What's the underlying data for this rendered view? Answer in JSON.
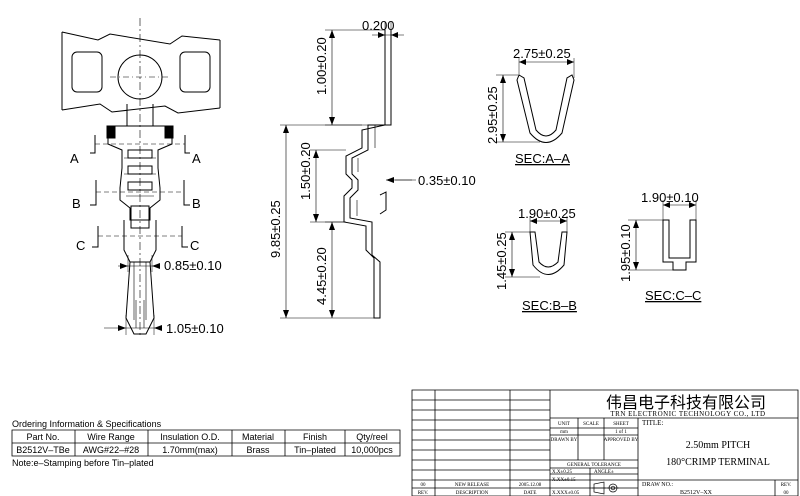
{
  "view_top": {
    "section_a": "A",
    "section_b": "B",
    "section_c": "C",
    "dim_width_crimp": "0.85±0.10",
    "dim_width_tip": "1.05±0.10"
  },
  "view_side": {
    "dim_thickness": "0.200",
    "dim_carrier": "1.00±0.20",
    "dim_insulation": "1.50±0.20",
    "dim_total": "9.85±0.25",
    "dim_contact": "4.45±0.20",
    "dim_bump": "0.35±0.10"
  },
  "sections": {
    "a_width": "2.75±0.25",
    "a_height": "2.95±0.25",
    "a_label": "SEC:A–A",
    "b_width": "1.90±0.25",
    "b_height": "1.45±0.25",
    "b_label": "SEC:B–B",
    "c_width": "1.90±0.10",
    "c_height": "1.95±0.10",
    "c_label": "SEC:C–C"
  },
  "ordering": {
    "title": "Ordering Information & Specifications",
    "headers": [
      "Part No.",
      "Wire Range",
      "Insulation O.D.",
      "Material",
      "Finish",
      "Qty/reel"
    ],
    "row": [
      "B2512V–TBe",
      "AWG#22–#28",
      "1.70mm(max)",
      "Brass",
      "Tin–plated",
      "10,000pcs"
    ],
    "note": "Note:e–Stamping before Tin–plated"
  },
  "title_block": {
    "company_cn": "伟昌电子科技有限公司",
    "company_en": "TRN ELECTRONIC TECHNOLOGY CO., LTD",
    "unit_label": "UNIT",
    "unit_value": "mm",
    "scale_label": "SCALE",
    "sheet_label": "SHEET",
    "sheet_value": "1 of 1",
    "drawn_by": "DRAWN BY",
    "approved_by": "APPROVED BY",
    "title_label": "TITLE:",
    "title_line1": "2.50mm PITCH",
    "title_line2": "180°CRIMP TERMINAL",
    "general_tolerance": "GENERAL TOLERANCE",
    "tol_x": "X.X±0.25",
    "tol_xx": "X.XX±0.15",
    "tol_xxx": "X.XXX±0.05",
    "angle_label": "ANGLE±",
    "draw_no_label": "DRAW NO.:",
    "draw_no": "B2512V–XX",
    "rev_label": "REV.",
    "rev_value": "00",
    "rev_row_rev": "00",
    "rev_row_desc": "NEW RELEASE",
    "rev_row_date": "2005.12.08",
    "col_rev": "REV.",
    "col_desc": "DESCRIPTION",
    "col_date": "DATE"
  }
}
